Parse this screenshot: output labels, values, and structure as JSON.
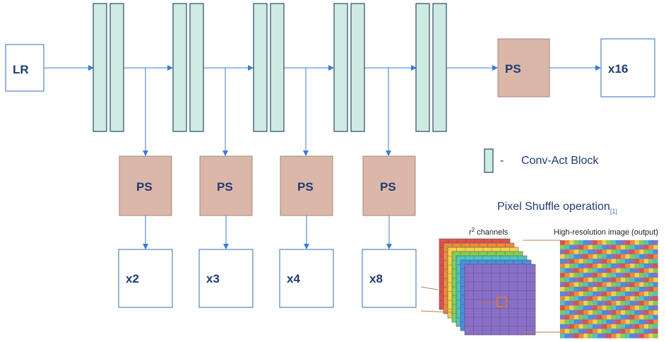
{
  "input_label": "LR",
  "ps_label": "PS",
  "outputs": [
    "x2",
    "x3",
    "x4",
    "x8"
  ],
  "final_output": "x16",
  "legend": {
    "dash": "-",
    "text": "Conv-Act Block"
  },
  "pixel_shuffle": {
    "title": "Pixel Shuffle operation",
    "citation": "[1]",
    "channels_label_super": "2",
    "channels_label_base": "r",
    "channels_label_rest": " channels",
    "hr_label": "High-resolution image (output)"
  },
  "colors": {
    "conv_fill": "#cdebe3",
    "conv_stroke": "#2b4a63",
    "ps_fill": "#dbb7a9",
    "ps_stroke": "#a08a80",
    "output_stroke": "#2f6db5",
    "arrow": "#3a7bd5",
    "text": "#1f3b73"
  }
}
